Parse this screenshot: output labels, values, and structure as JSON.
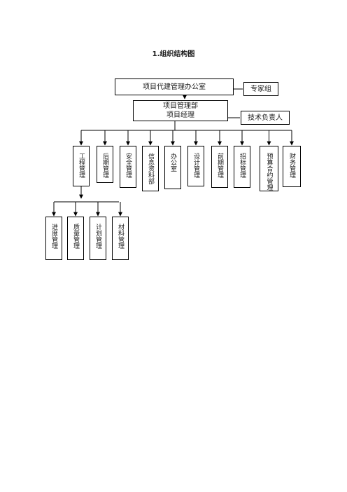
{
  "title": "1.组织结构图",
  "top_office": "项目代建管理办公室",
  "expert_group": "专家组",
  "project_dept": {
    "line1": "项目管理部",
    "line2": "项目经理"
  },
  "tech_lead": "技术负责人",
  "departments": [
    "工程管理",
    "后期管理",
    "安全管理",
    "信息资料部",
    "办公室",
    "设计管理",
    "前期管理",
    "招标管理",
    "预算合约管理",
    "财务管理"
  ],
  "sub_units": [
    "进度管理",
    "质量管理",
    "计划管理",
    "材料管理"
  ]
}
